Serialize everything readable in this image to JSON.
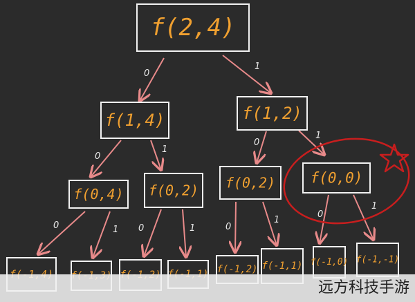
{
  "diagram": {
    "nodes": [
      {
        "id": "n0",
        "label": "f(2,4)"
      },
      {
        "id": "n1",
        "label": "f(1,4)"
      },
      {
        "id": "n2",
        "label": "f(1,2)"
      },
      {
        "id": "n3",
        "label": "f(0,4)"
      },
      {
        "id": "n4",
        "label": "f(0,2)"
      },
      {
        "id": "n5",
        "label": "f(0,2)"
      },
      {
        "id": "n6",
        "label": "f(0,0)"
      },
      {
        "id": "n7",
        "label": "f(-1,4)"
      },
      {
        "id": "n8",
        "label": "f(-1,3)"
      },
      {
        "id": "n9",
        "label": "f(-1,2)"
      },
      {
        "id": "n10",
        "label": "f(-1,1)"
      },
      {
        "id": "n11",
        "label": "f(-1,2)"
      },
      {
        "id": "n12",
        "label": "f(-1,1)"
      },
      {
        "id": "n13",
        "label": "f(-1,0)"
      },
      {
        "id": "n14",
        "label": "f(-1,-1)"
      }
    ],
    "edges": [
      {
        "from": "n0",
        "to": "n1",
        "label": "0"
      },
      {
        "from": "n0",
        "to": "n2",
        "label": "1"
      },
      {
        "from": "n1",
        "to": "n3",
        "label": "0"
      },
      {
        "from": "n1",
        "to": "n4",
        "label": "1"
      },
      {
        "from": "n2",
        "to": "n5",
        "label": "0"
      },
      {
        "from": "n2",
        "to": "n6",
        "label": "1"
      },
      {
        "from": "n3",
        "to": "n7",
        "label": "0"
      },
      {
        "from": "n3",
        "to": "n8",
        "label": "1"
      },
      {
        "from": "n4",
        "to": "n9",
        "label": "0"
      },
      {
        "from": "n4",
        "to": "n10",
        "label": "1"
      },
      {
        "from": "n5",
        "to": "n11",
        "label": "0"
      },
      {
        "from": "n5",
        "to": "n12",
        "label": "1"
      },
      {
        "from": "n6",
        "to": "n13",
        "label": "0"
      },
      {
        "from": "n6",
        "to": "n14",
        "label": "1"
      }
    ],
    "highlighted_node": "n6",
    "colors": {
      "background": "#2b2b2b",
      "node_text": "#f0a030",
      "node_border": "#f2f2f2",
      "edge": "#e88a8a",
      "edge_label": "#e9e9e9",
      "highlight": "#c81e1e"
    }
  },
  "watermark": {
    "text": "远方科技手游"
  }
}
